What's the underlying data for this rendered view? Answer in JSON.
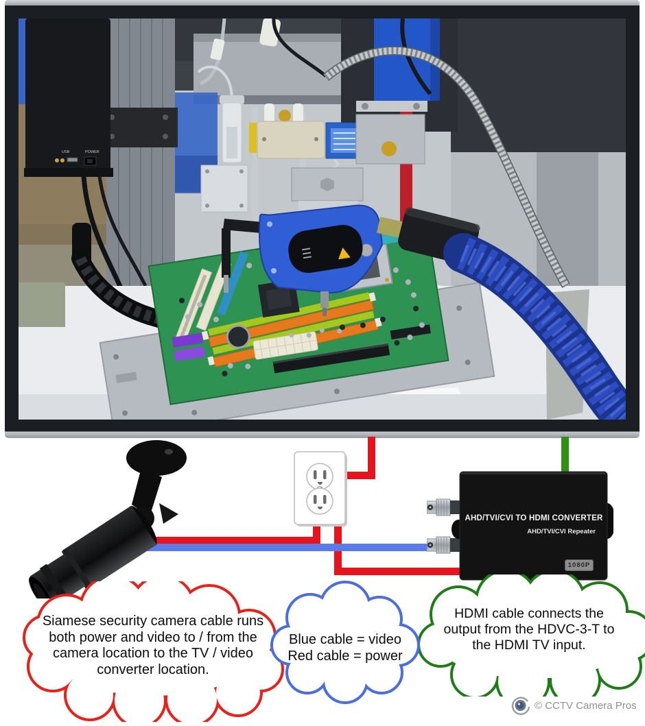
{
  "monitor": {
    "photo": {
      "description": "circuit-board-assembly-machine-photo",
      "control_box_labels": {
        "usb": "USB",
        "power": "POWER"
      }
    }
  },
  "converter": {
    "title": "AHD/TVI/CVI TO HDMI CONVERTER",
    "subtitle": "AHD/TVI/CVI Repeater",
    "resolution_badge": "1080P"
  },
  "cables": {
    "video_color": "#5b7ce8",
    "power_color": "#e8131c",
    "hdmi_color": "#2e9113"
  },
  "callouts": {
    "siamese": {
      "border_color": "#e8211a",
      "lines": [
        "Siamese security camera cable runs",
        "both power and video to / from the",
        "camera location to the TV / video",
        "converter location."
      ]
    },
    "legend": {
      "border_color": "#4a6fdd",
      "lines": [
        "Blue cable = video",
        "Red cable = power"
      ]
    },
    "hdmi": {
      "border_color": "#1f7d18",
      "lines": [
        "HDMI cable connects the",
        "output from the HDVC-3-T to",
        "the HDMI TV input."
      ]
    }
  },
  "watermark": {
    "text": "© CCTV Camera Pros"
  }
}
